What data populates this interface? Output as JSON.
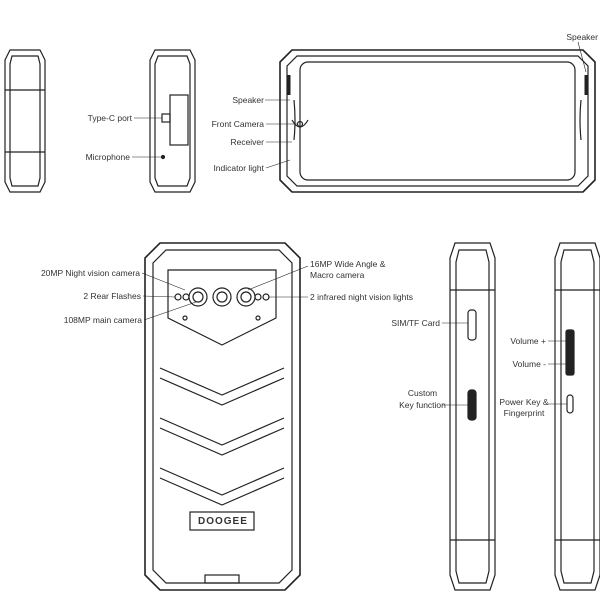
{
  "labels": {
    "speaker_top": "Speaker",
    "type_c_port": "Type-C port",
    "microphone": "Microphone",
    "speaker_front": "Speaker",
    "front_camera": "Front Camera",
    "receiver": "Receiver",
    "indicator_light": "Indicator light",
    "night_vision_camera": "20MP Night vision camera",
    "rear_flashes": "2 Rear Flashes",
    "main_camera": "108MP main camera",
    "wide_angle_line1": "16MP Wide Angle &",
    "wide_angle_line2": "Macro camera",
    "infrared_lights": "2 infrared night vision lights",
    "sim_card": "SIM/TF Card",
    "custom_key_line1": "Custom",
    "custom_key_line2": "Key function",
    "volume_up": "Volume +",
    "volume_down": "Volume -",
    "power_key_line1": "Power Key &",
    "power_key_line2": "Fingerprint"
  },
  "brand_logo": "DOOGEE"
}
